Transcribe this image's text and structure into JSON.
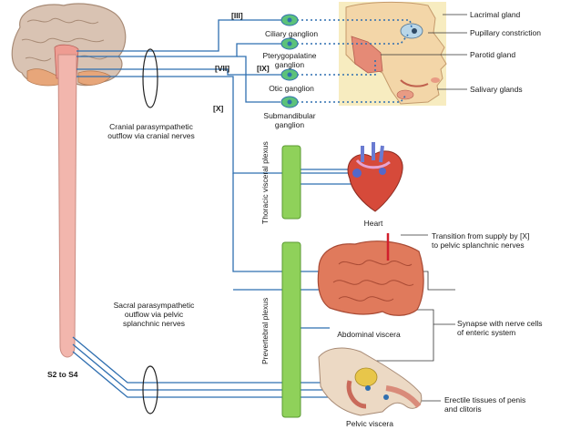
{
  "nerves": {
    "cn3": "[III]",
    "cn7": "[VII]",
    "cn9": "[IX]",
    "cn10": "[X]"
  },
  "ganglia": {
    "ciliary": "Ciliary ganglion",
    "pterygopalatine": "Pterygopalatine\nganglion",
    "otic": "Otic ganglion",
    "submandibular": "Submandibular\nganglion"
  },
  "targets": {
    "lacrimal": "Lacrimal gland",
    "pupillary": "Pupillary constriction",
    "parotid": "Parotid gland",
    "salivary": "Salivary glands",
    "heart": "Heart",
    "abdominal": "Abdominal viscera",
    "pelvic": "Pelvic viscera",
    "erectile": "Erectile tissues of penis\nand clitoris"
  },
  "plexus": {
    "thoracic": "Thoracic visceral plexus",
    "prevertebral": "Prevertebral plexus"
  },
  "annotations": {
    "cranial_outflow": "Cranial parasympathetic\noutflow via cranial nerves",
    "sacral_outflow": "Sacral parasympathetic\noutflow via pelvic\nsplanchnic nerves",
    "spinal_level": "S2 to S4",
    "transition": "Transition from supply by [X]\nto pelvic splanchnic nerves",
    "synapse": "Synapse with nerve cells\nof enteric system"
  },
  "colors": {
    "nerve_line": "#2f6fb0",
    "ganglion_fill": "#5cc27a",
    "plexus_fill": "#8fd15a",
    "spinal_cord": "#f2b6ad",
    "brain": "#d9c3b3",
    "face_bg": "#f7ecc0"
  }
}
